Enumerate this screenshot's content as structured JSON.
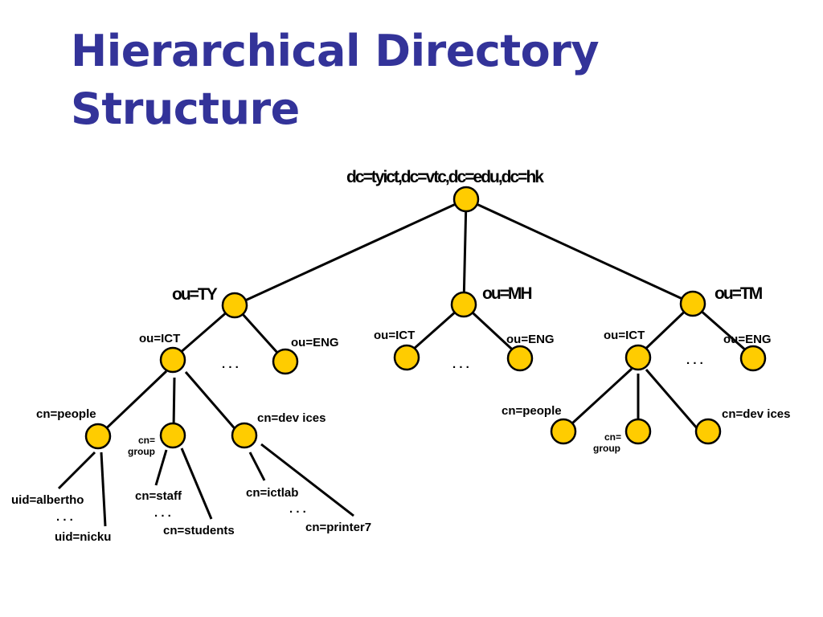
{
  "title": {
    "line1": "Hierarchical Directory",
    "line2": "Structure"
  },
  "tree": {
    "root": "dc=tyict,dc=vtc,dc=edu,dc=hk",
    "ou_ty": "ou=TY",
    "ou_mh": "ou=MH",
    "ou_tm": "ou=TM",
    "ty_ict": "ou=ICT",
    "ty_eng": "ou=ENG",
    "mh_ict": "ou=ICT",
    "mh_eng": "ou=ENG",
    "tm_ict": "ou=ICT",
    "tm_eng": "ou=ENG",
    "ty_people": "cn=people",
    "ty_group_1": "cn=",
    "ty_group_2": "group",
    "ty_devices": "cn=dev ices",
    "tm_people": "cn=people",
    "tm_group_1": "cn=",
    "tm_group_2": "group",
    "tm_devices": "cn=dev ices",
    "uid_albertho": "uid=albertho",
    "uid_nicku": "uid=nicku",
    "cn_staff": "cn=staff",
    "cn_students": "cn=students",
    "cn_ictlab": "cn=ictlab",
    "cn_printer7": "cn=printer7",
    "ellipsis": ". . ."
  }
}
